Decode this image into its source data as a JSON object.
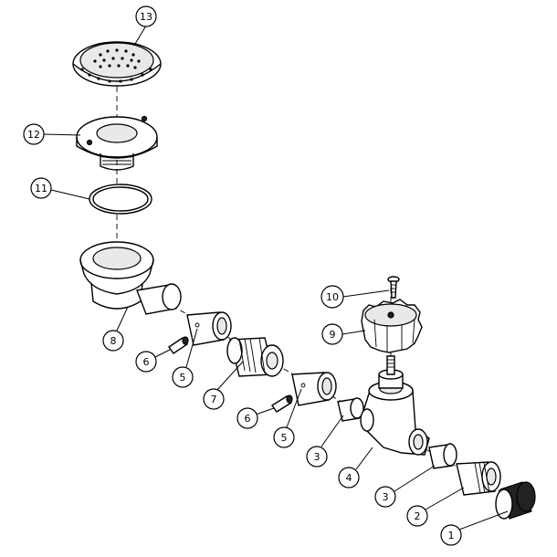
{
  "diagram": {
    "callouts": [
      {
        "id": "1",
        "label": "1"
      },
      {
        "id": "2",
        "label": "2"
      },
      {
        "id": "3a",
        "label": "3"
      },
      {
        "id": "3b",
        "label": "3"
      },
      {
        "id": "4",
        "label": "4"
      },
      {
        "id": "5a",
        "label": "5"
      },
      {
        "id": "5b",
        "label": "5"
      },
      {
        "id": "6a",
        "label": "6"
      },
      {
        "id": "6b",
        "label": "6"
      },
      {
        "id": "7",
        "label": "7"
      },
      {
        "id": "8",
        "label": "8"
      },
      {
        "id": "9",
        "label": "9"
      },
      {
        "id": "10",
        "label": "10"
      },
      {
        "id": "11",
        "label": "11"
      },
      {
        "id": "12",
        "label": "12"
      },
      {
        "id": "13",
        "label": "13"
      }
    ]
  }
}
